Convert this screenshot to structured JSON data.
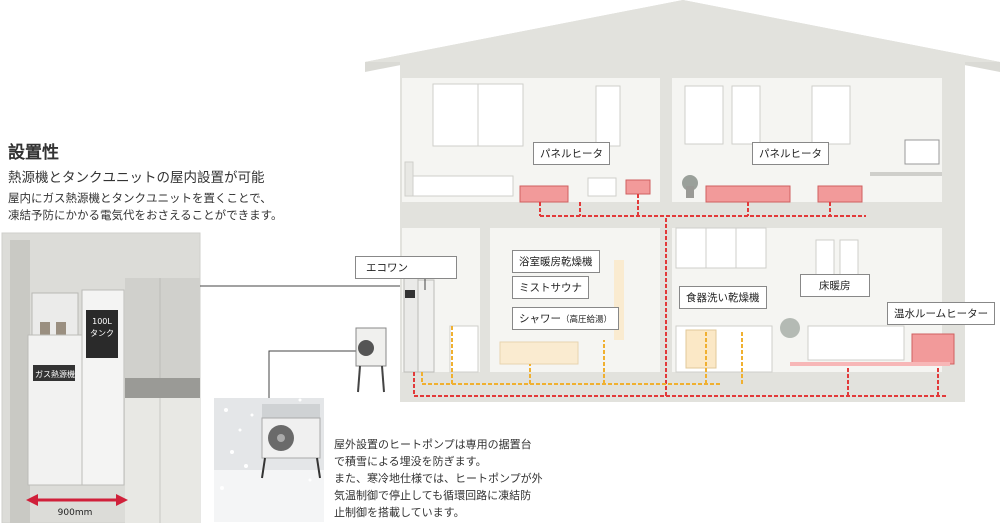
{
  "section": {
    "title": "設置性",
    "subtitle": "熱源機とタンクユニットの屋内設置が可能",
    "body_line1": "屋内にガス熱源機とタンクユニットを置くことで、",
    "body_line2": "凍結予防にかかる電気代をおさえることができます。"
  },
  "photo": {
    "tank_label_line1": "100L",
    "tank_label_line2": "タンク",
    "gas_label": "ガス熱源機",
    "width_label": "900mm"
  },
  "labels": {
    "panel_heater_left": "パネルヒータ",
    "panel_heater_right": "パネルヒータ",
    "ecowan": "エコワン",
    "bath_dryer": "浴室暖房乾燥機",
    "mist_sauna": "ミストサウナ",
    "shower": "シャワー",
    "shower_note": "（高圧給湯）",
    "dish_dryer": "食器洗い乾燥機",
    "floor_heating": "床暖房",
    "room_heater": "温水ルームヒーター"
  },
  "note": {
    "line1": "屋外設置のヒートポンプは専用の据置台",
    "line2": "で積雪による埋没を防ぎます。",
    "line3": "また、寒冷地仕様では、ヒートポンプが外",
    "line4": "気温制御で停止しても循環回路に凍結防",
    "line5": "止制御を搭載しています。"
  },
  "colors": {
    "house_wall": "#e2e2dd",
    "room_bg": "#f5f5f2",
    "heat_pipe": "#e23a3a",
    "hot_water_pipe": "#f0b030",
    "heater": "#f29a9a"
  }
}
